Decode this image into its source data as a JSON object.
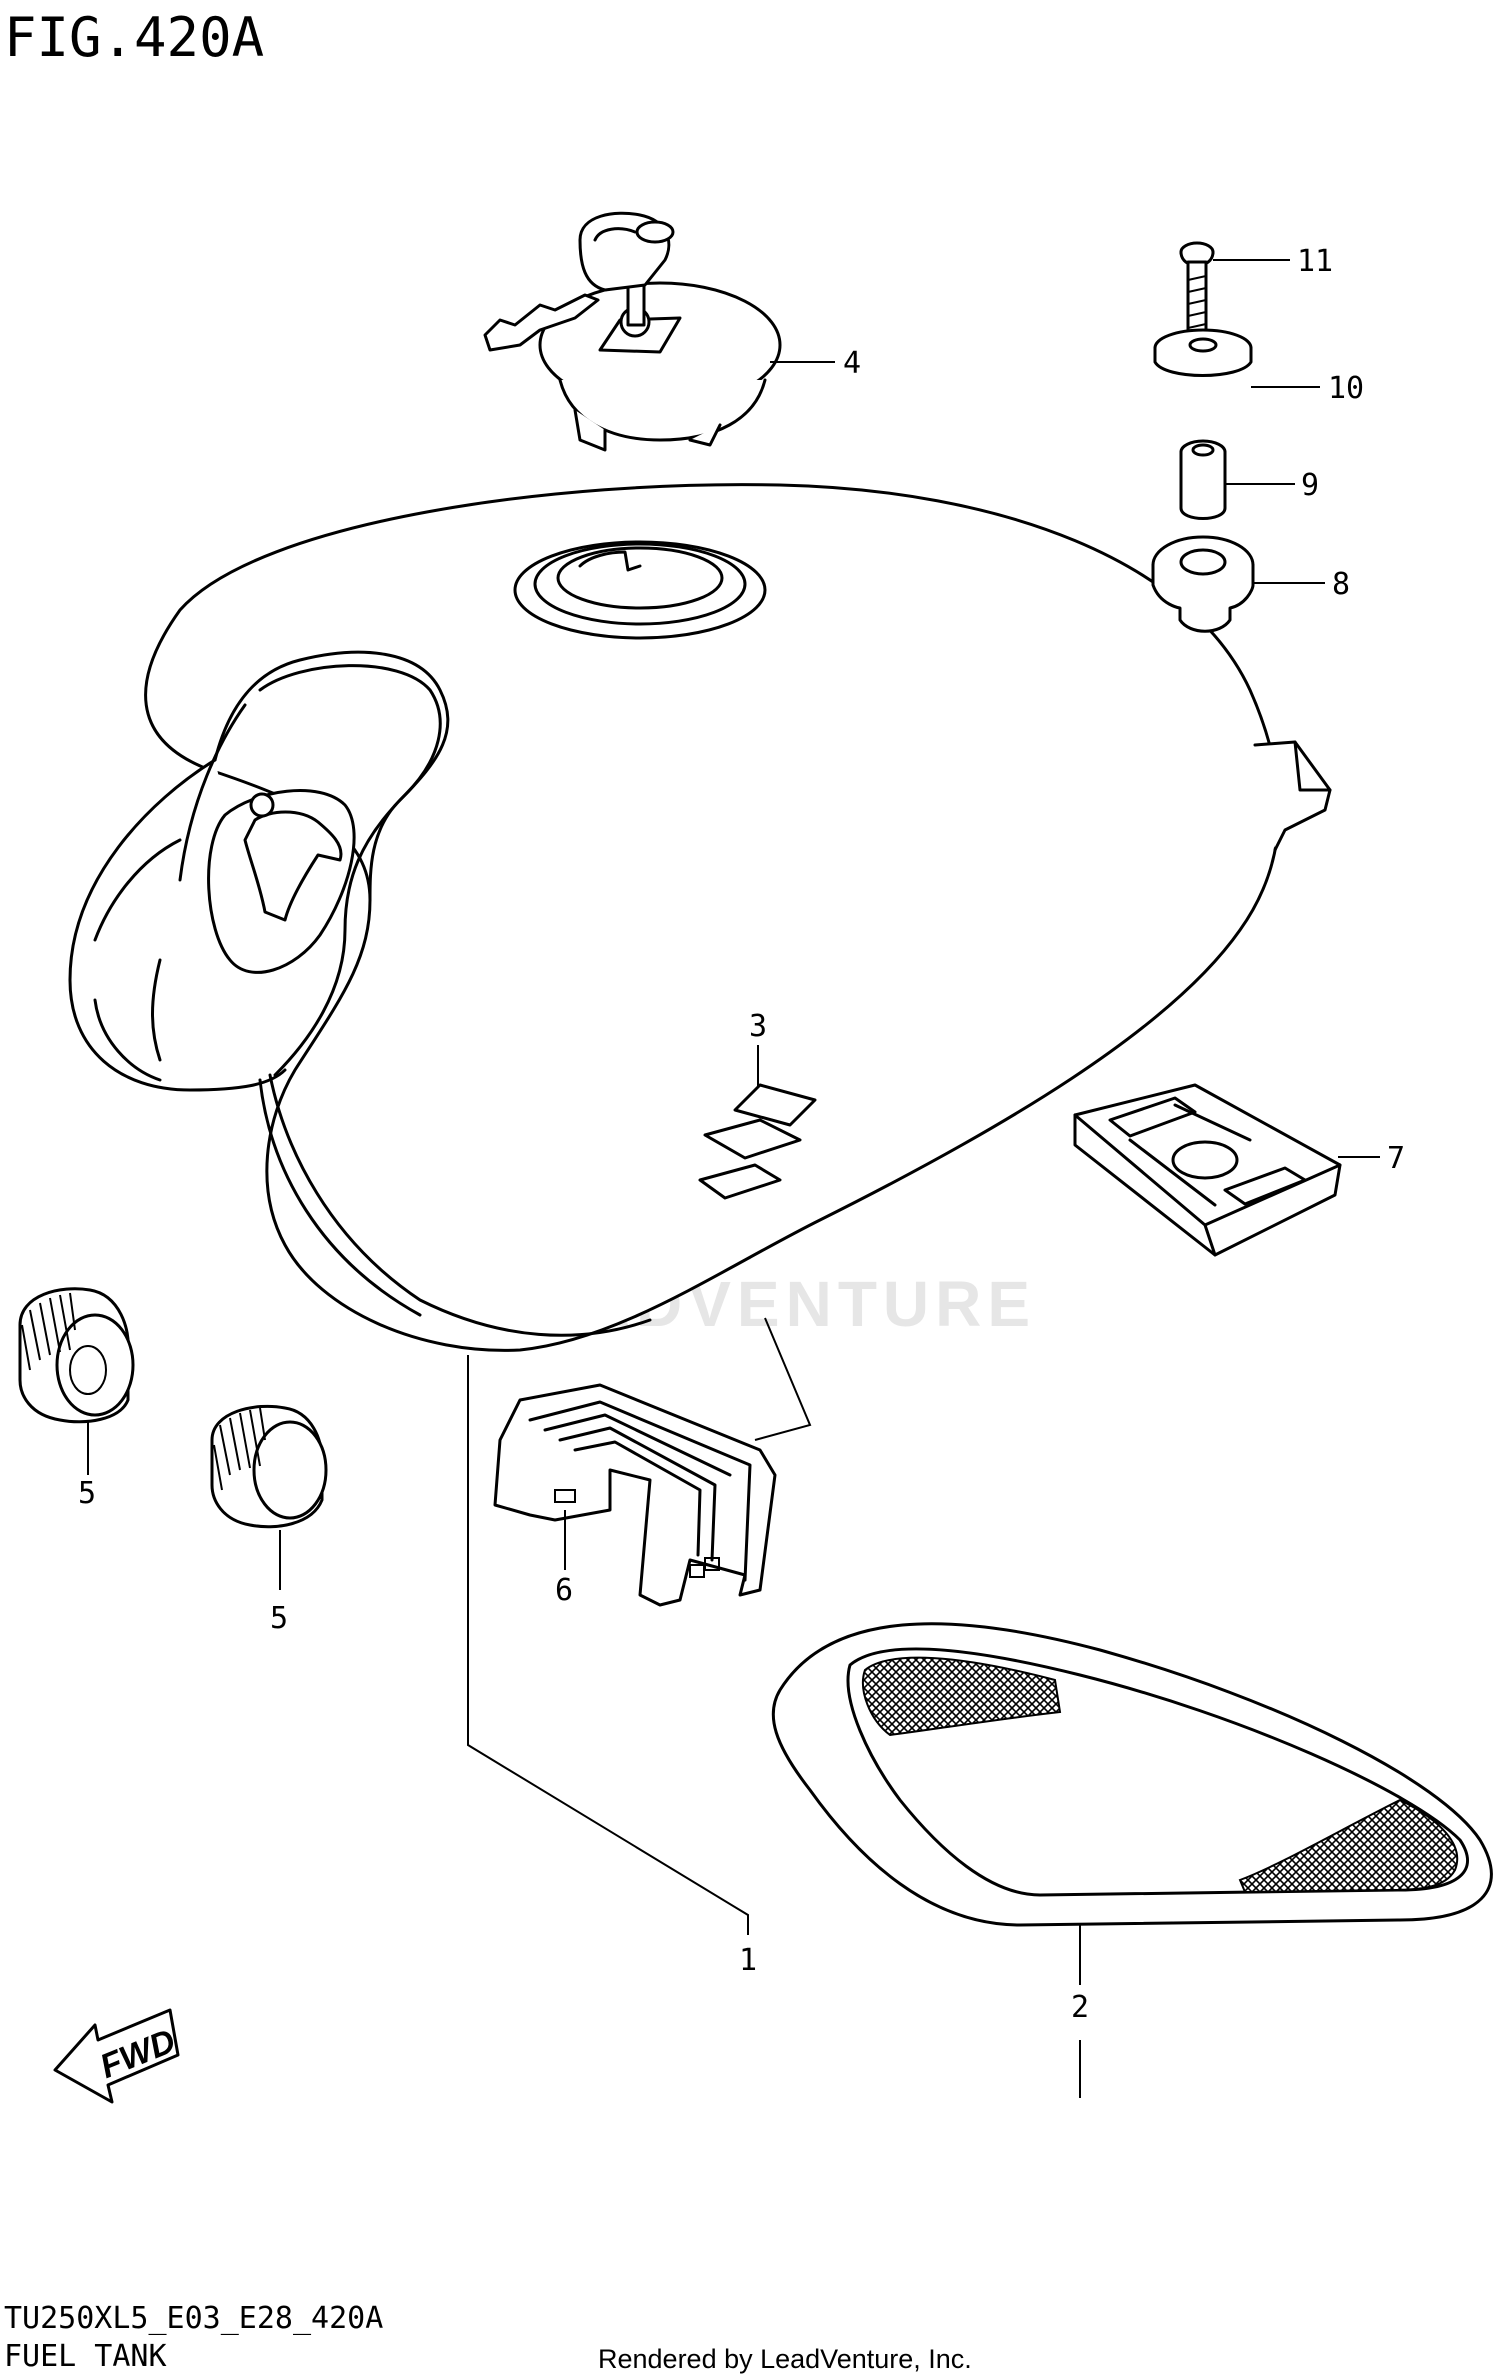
{
  "figure": {
    "title": "FIG.420A",
    "model_code": "TU250XL5_E03_E28_420A",
    "section_name": "FUEL TANK",
    "rendered_by": "Rendered by LeadVenture, Inc.",
    "watermark": "LEADVENTURE",
    "direction_label": "FWD"
  },
  "callouts": [
    {
      "number": "1",
      "part": "fuel-tank"
    },
    {
      "number": "2",
      "part": "knee-grip-pad"
    },
    {
      "number": "3",
      "part": "tank-emblem"
    },
    {
      "number": "4",
      "part": "fuel-cap"
    },
    {
      "number": "5",
      "part": "cushion"
    },
    {
      "number": "5",
      "part": "cushion"
    },
    {
      "number": "6",
      "part": "holder"
    },
    {
      "number": "7",
      "part": "rear-cushion-pad"
    },
    {
      "number": "8",
      "part": "grommet"
    },
    {
      "number": "9",
      "part": "spacer"
    },
    {
      "number": "10",
      "part": "washer"
    },
    {
      "number": "11",
      "part": "bolt"
    }
  ]
}
